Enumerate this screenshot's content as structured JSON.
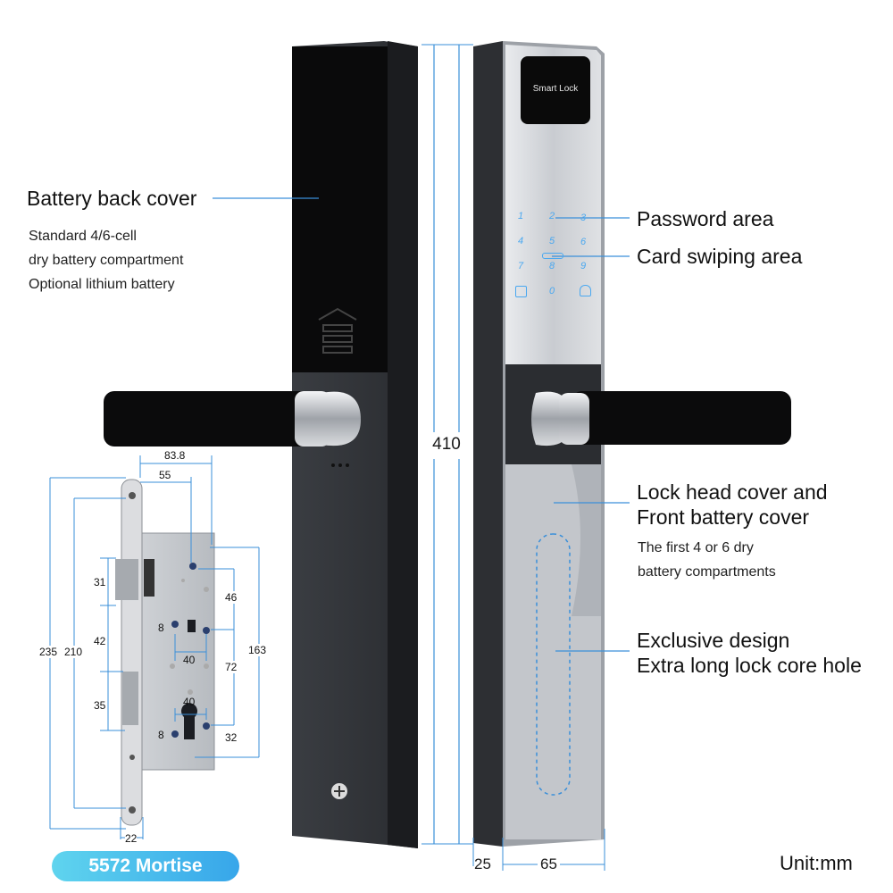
{
  "screen": {
    "text": "Smart Lock",
    "keys": [
      "1",
      "2",
      "3",
      "4",
      "5",
      "6",
      "7",
      "8",
      "9",
      "0"
    ],
    "keypad_colors": {
      "glow": "#4aa8f0"
    }
  },
  "callouts": {
    "battery_back_cover": {
      "title": "Battery back cover",
      "lines": [
        "Standard 4/6-cell",
        "dry battery compartment",
        "Optional lithium battery"
      ]
    },
    "password_area": {
      "title": "Password area"
    },
    "card_swiping_area": {
      "title": "Card swiping area"
    },
    "lock_head_cover": {
      "title_line1": "Lock head cover and",
      "title_line2": "Front battery cover",
      "lines": [
        "The first 4 or 6 dry",
        "battery compartments"
      ]
    },
    "exclusive_design": {
      "line1": "Exclusive design",
      "line2": "Extra long lock core hole"
    }
  },
  "dimensions": {
    "height": "410",
    "depth": "25",
    "width": "65",
    "mortise": {
      "d83_8": "83.8",
      "d55": "55",
      "d31": "31",
      "d42": "42",
      "d35": "35",
      "d235": "235",
      "d210": "210",
      "d8a": "8",
      "d8b": "8",
      "d40a": "40",
      "d40b": "40",
      "d46": "46",
      "d72": "72",
      "d163": "163",
      "d32": "32",
      "d22": "22"
    }
  },
  "badge": {
    "label": "5572 Mortise"
  },
  "unit": {
    "label": "Unit:mm"
  },
  "colors": {
    "accent": "#3a8fd9",
    "badge_start": "#5fd4ee",
    "badge_end": "#37a6ea"
  }
}
